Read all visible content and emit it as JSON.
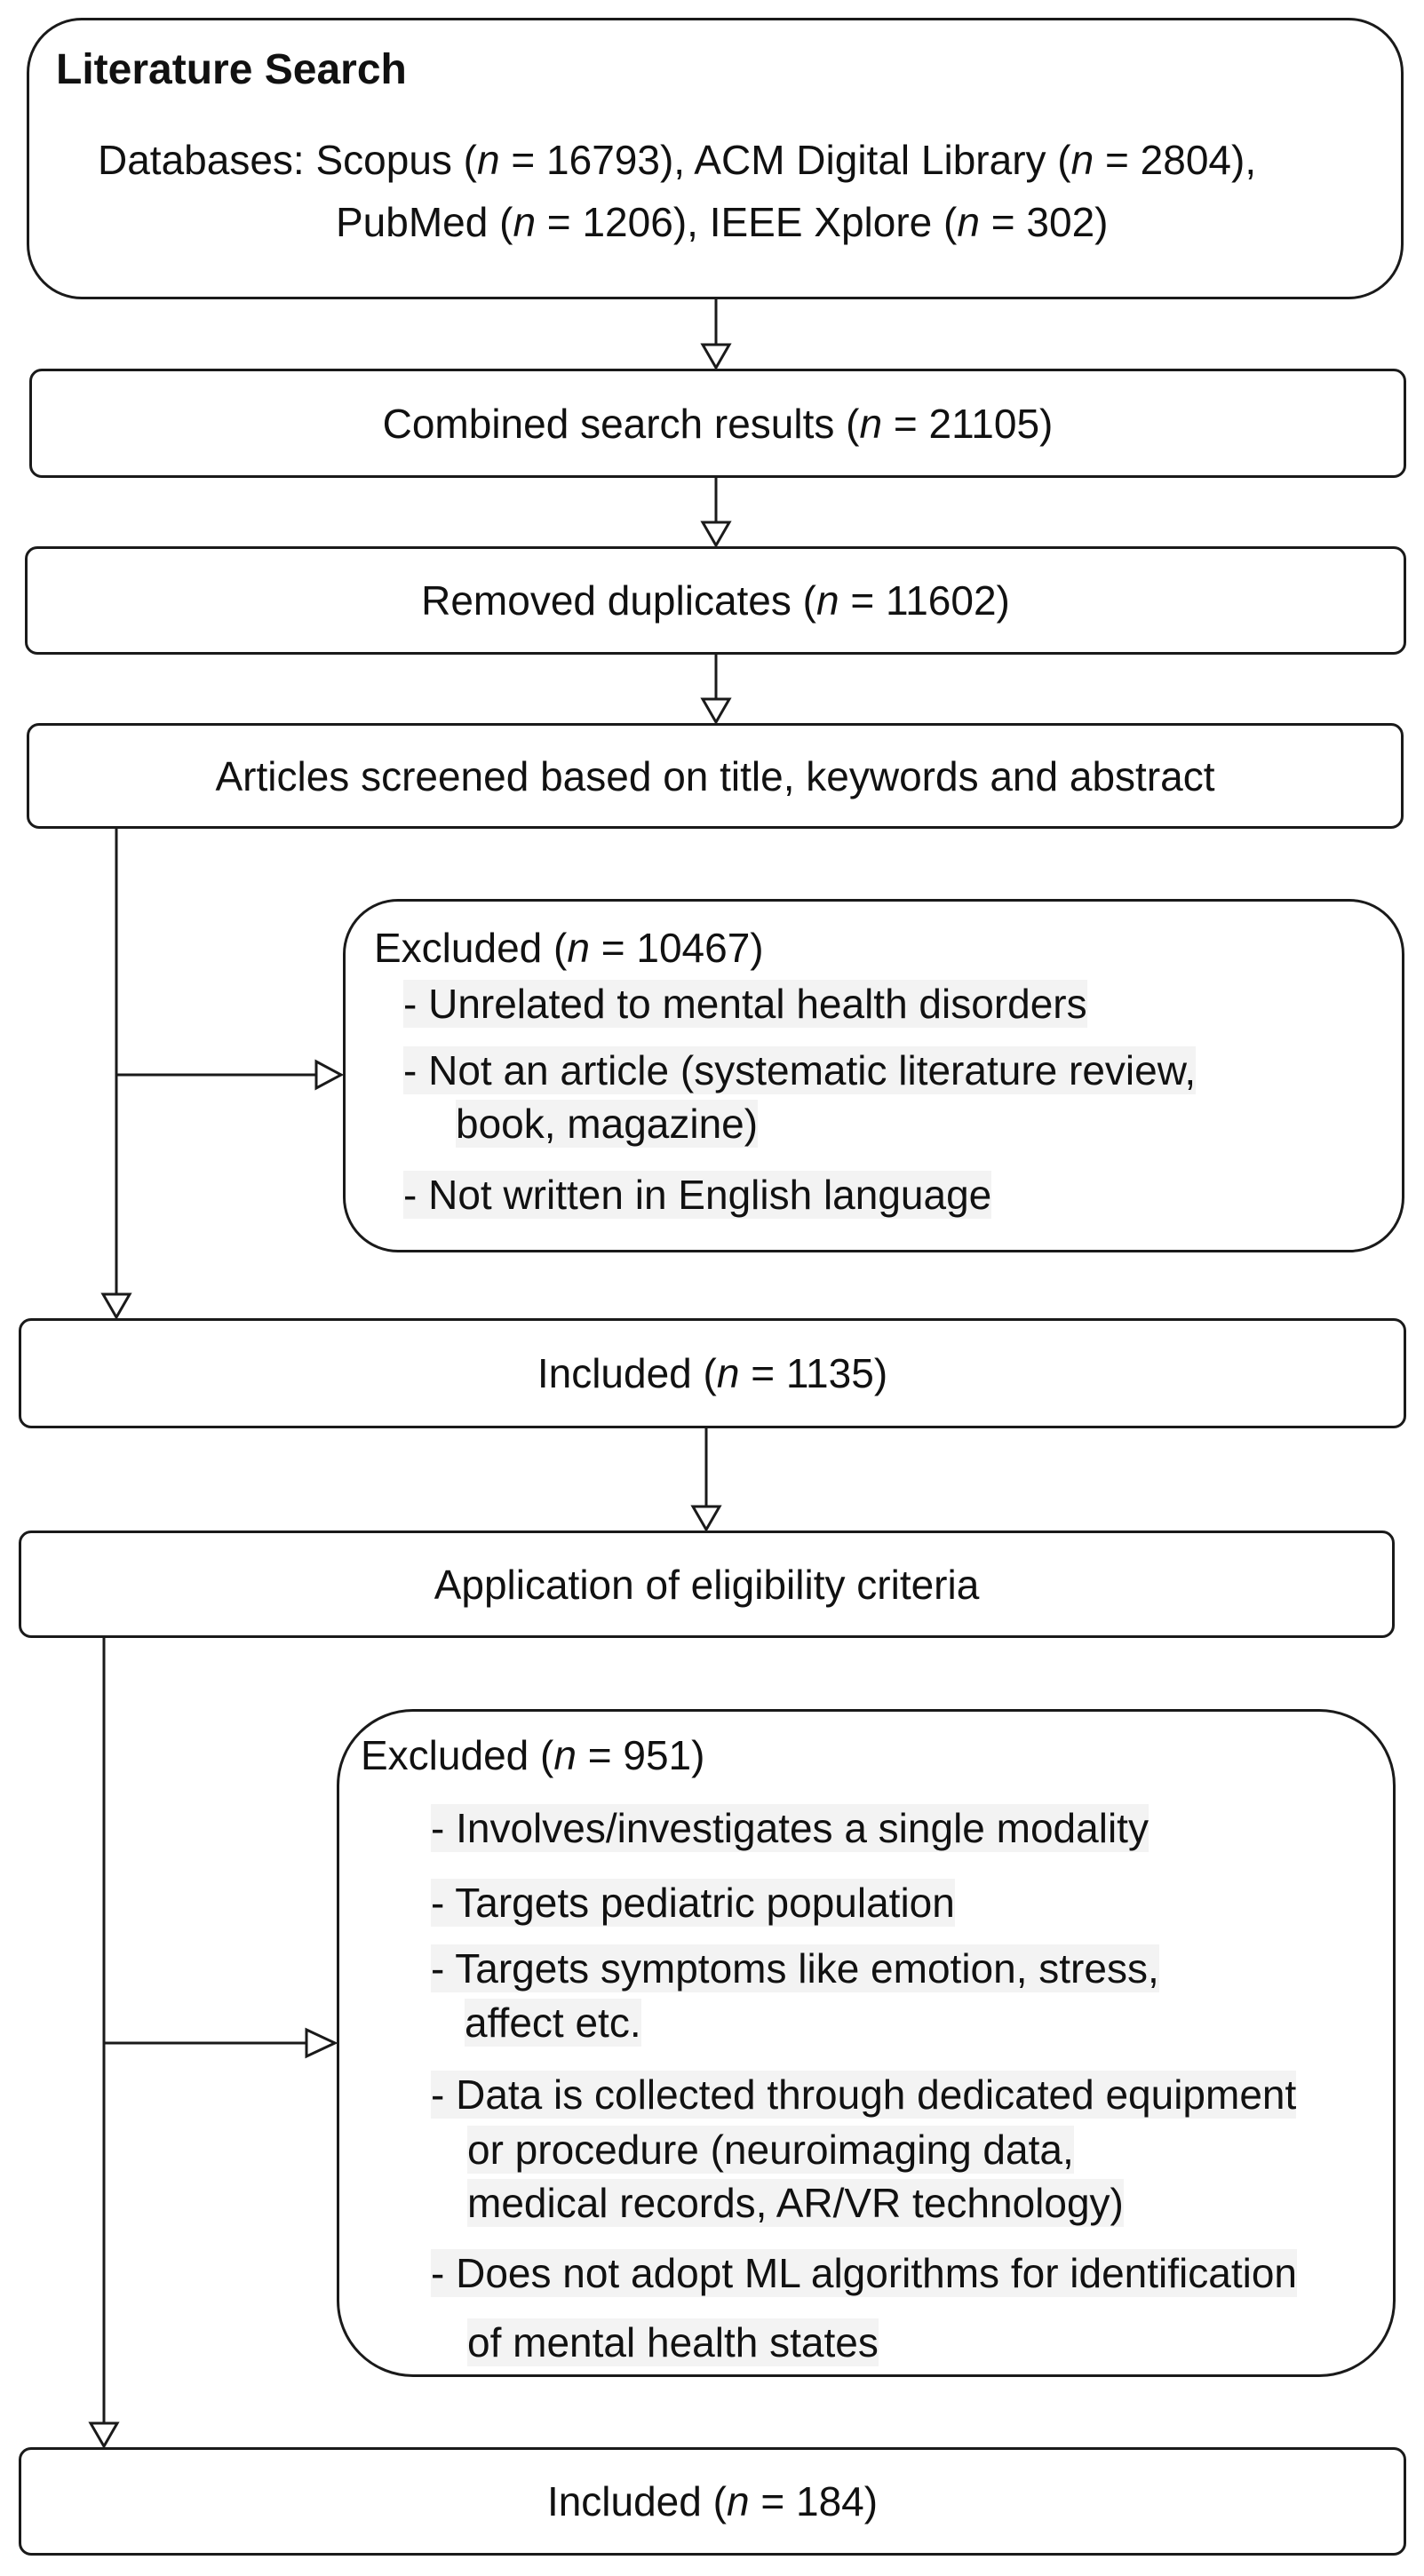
{
  "literature_search": {
    "title": "Literature Search",
    "db_pre": "Databases: Scopus (",
    "scopus_n": "16793",
    "acm_pre": "), ACM Digital Library (",
    "acm_n": "2804",
    "acm_post": "),",
    "pubmed_pre": "PubMed (",
    "pubmed_n": "1206",
    "ieee_pre": "), IEEE Xplore (",
    "ieee_n": "302",
    "ieee_post": ")"
  },
  "combined": {
    "label": "Combined search results (",
    "n": "21105",
    "close": ")"
  },
  "duplicates": {
    "label": "Removed duplicates (",
    "n": "11602",
    "close": ")"
  },
  "screened": {
    "label": "Articles screened based on title, keywords and abstract"
  },
  "excluded_1": {
    "label": "Excluded (",
    "n": "10467",
    "close": ")",
    "items": [
      "- Unrelated to mental health disorders",
      "- Not an article (systematic literature review,",
      "book, magazine)",
      "- Not written in English language"
    ]
  },
  "included_1": {
    "label": "Included (",
    "n": "1135",
    "close": ")"
  },
  "eligibility": {
    "label": "Application of eligibility criteria"
  },
  "excluded_2": {
    "label": "Excluded (",
    "n": "951",
    "close": ")",
    "items": [
      "- Involves/investigates a single modality",
      "- Targets pediatric population",
      "- Targets symptoms like emotion, stress,",
      "affect etc.",
      "- Data is collected through dedicated equipment",
      "or procedure (neuroimaging data,",
      "medical records, AR/VR technology)",
      "- Does not adopt ML algorithms for identification",
      "of mental health states"
    ]
  },
  "included_2": {
    "label": "Included (",
    "n": "184",
    "close": ")"
  },
  "n_symbol": "n",
  "equals": " = "
}
